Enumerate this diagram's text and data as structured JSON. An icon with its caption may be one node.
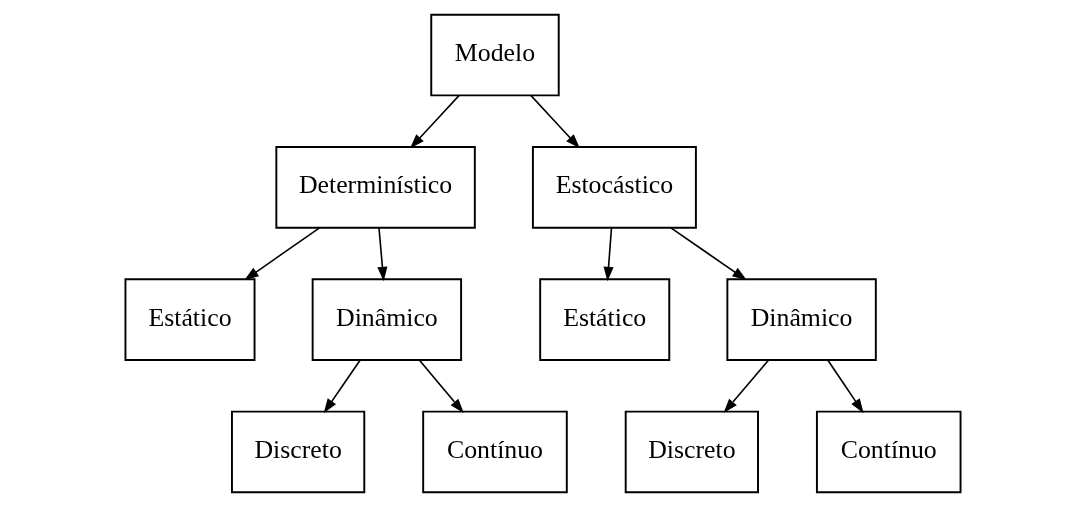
{
  "diagram": {
    "nodes": [
      {
        "text": [
          "Modelo"
        ]
      },
      {
        "text": [
          "Determinístico"
        ]
      },
      {
        "text": [
          "Estocástico"
        ]
      },
      {
        "text": [
          "Estático"
        ]
      },
      {
        "text": [
          "Dinâmico"
        ]
      },
      {
        "text": [
          "Estático"
        ]
      },
      {
        "text": [
          "Dinâmico"
        ]
      },
      {
        "text": [
          "Discreto"
        ]
      },
      {
        "text": [
          "Contínuo"
        ]
      },
      {
        "text": [
          "Discreto"
        ]
      },
      {
        "text": [
          "Contínuo"
        ]
      }
    ],
    "edges": [
      {
        "from": 0,
        "to": 1,
        "arrow": "to"
      },
      {
        "from": 0,
        "to": 2,
        "arrow": "to"
      },
      {
        "from": 1,
        "to": 3,
        "arrow": "to"
      },
      {
        "from": 1,
        "to": 4,
        "arrow": "to"
      },
      {
        "from": 2,
        "to": 5,
        "arrow": "to"
      },
      {
        "from": 2,
        "to": 6,
        "arrow": "to"
      },
      {
        "from": 4,
        "to": 7,
        "arrow": "to"
      },
      {
        "from": 4,
        "to": 8,
        "arrow": "to"
      },
      {
        "from": 6,
        "to": 9,
        "arrow": "to"
      },
      {
        "from": 6,
        "to": 10,
        "arrow": "to"
      }
    ]
  }
}
